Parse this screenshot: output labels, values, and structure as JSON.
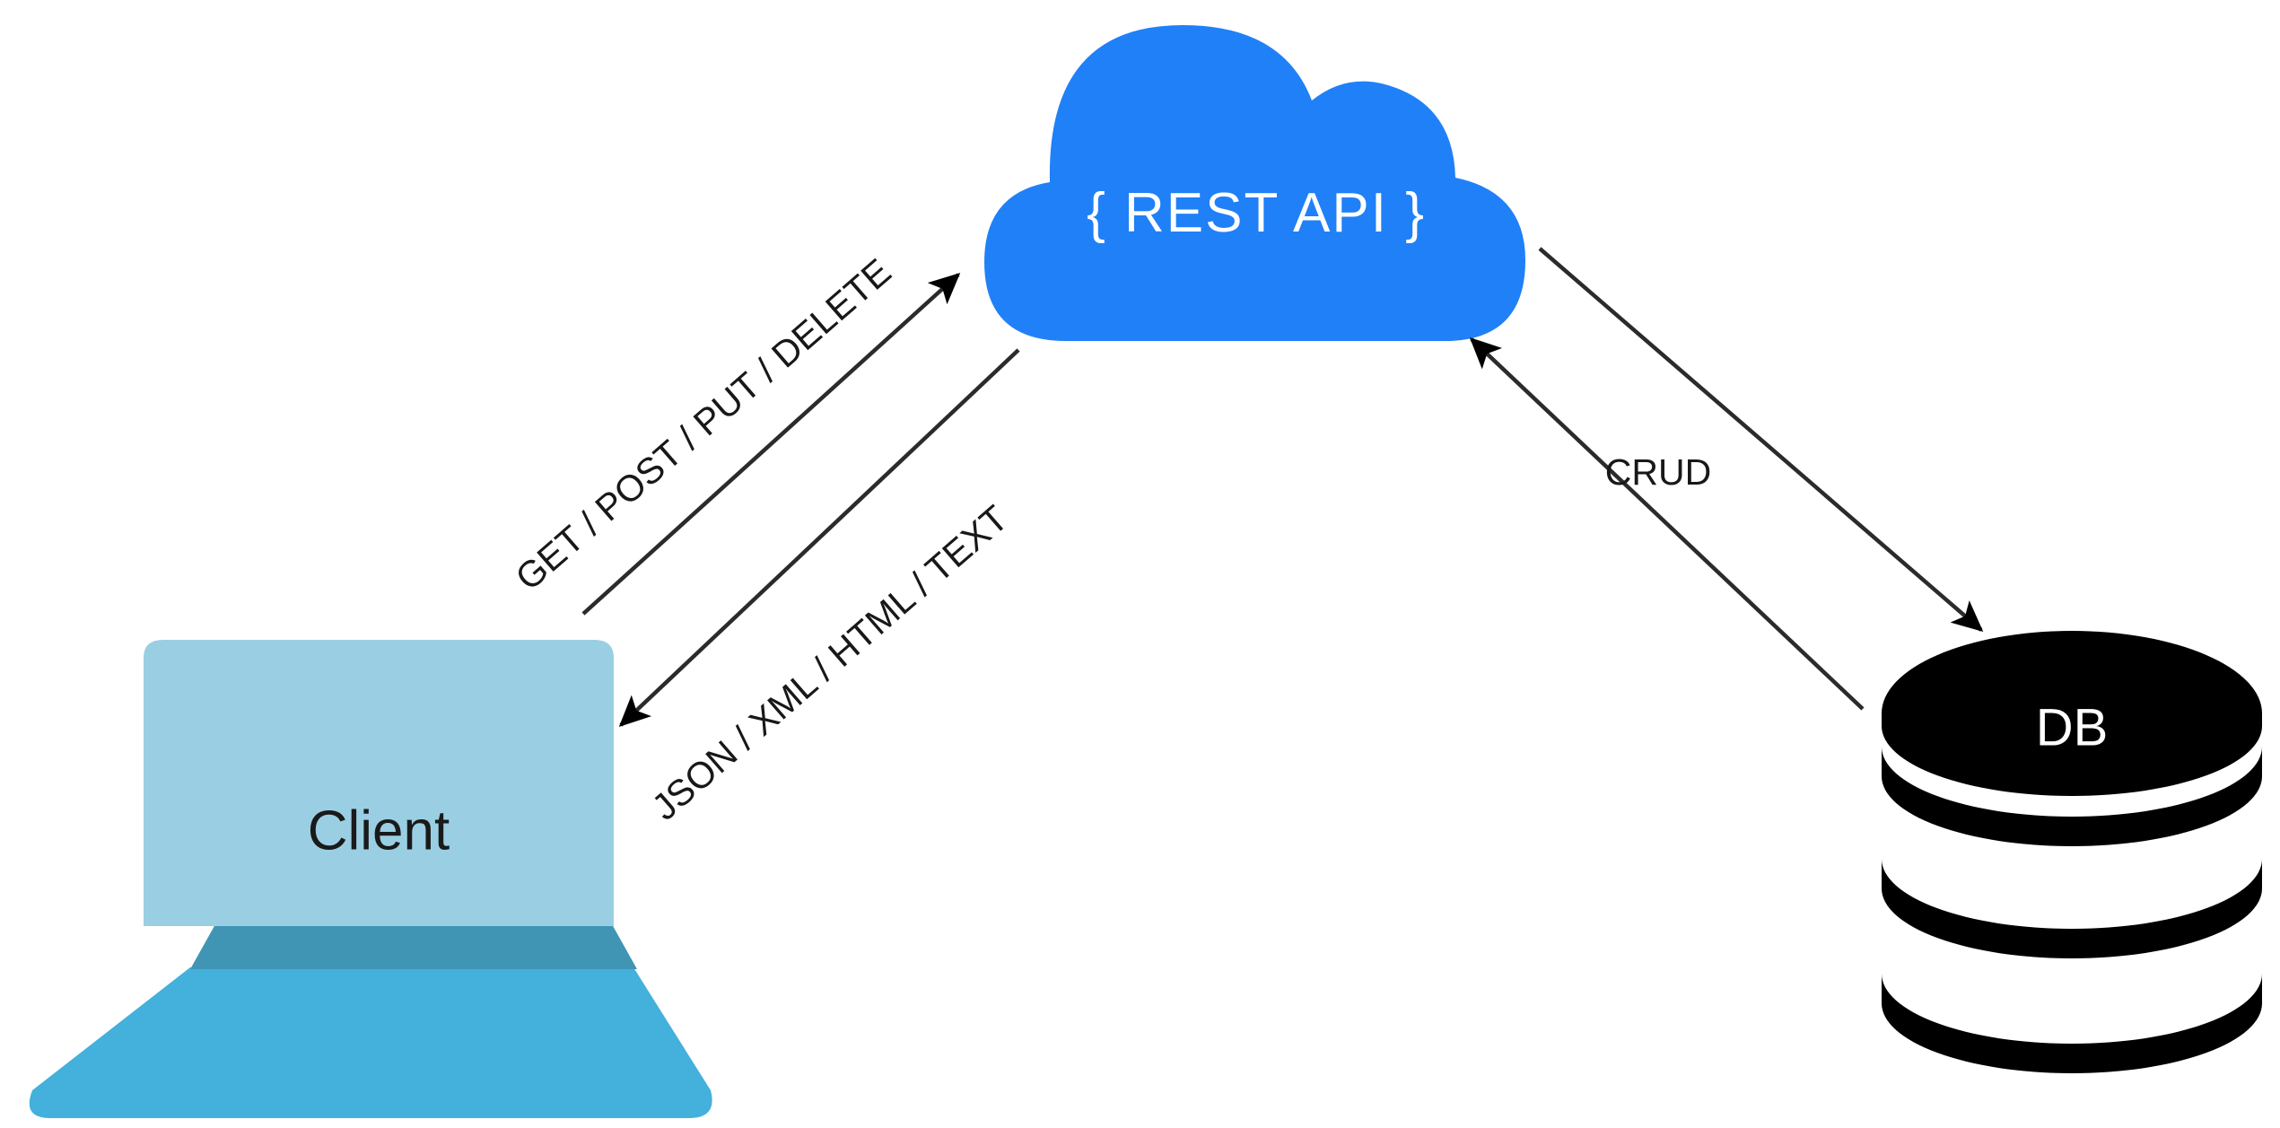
{
  "diagram": {
    "title": "REST API architecture diagram",
    "background_color": "#ffffff",
    "nodes": {
      "cloud": {
        "name": "REST API cloud",
        "label": "{ REST API }",
        "icon": "cloud-icon",
        "fill": "#2080f7",
        "text_color": "#ffffff"
      },
      "client": {
        "name": "Client laptop",
        "label": "Client",
        "icon": "laptop-icon",
        "screen_color": "#9ACFE3",
        "hinge_color": "#4095B5",
        "base_color": "#44B0DC",
        "text_color": "#1a1a1a"
      },
      "database": {
        "name": "Database cylinder",
        "label": "DB",
        "icon": "database-cylinder-icon",
        "fill": "#000000",
        "text_color": "#ffffff",
        "disk_count": 4
      }
    },
    "edges": [
      {
        "id": "client-to-api",
        "label": "GET / POST / PUT / DELETE",
        "from": "client",
        "to": "cloud",
        "direction": "client-to-cloud",
        "label_rotation_deg": -38,
        "stroke": "#2b2b2b"
      },
      {
        "id": "api-to-client",
        "label": "JSON / XML / HTML / TEXT",
        "from": "cloud",
        "to": "client",
        "direction": "cloud-to-client",
        "label_rotation_deg": -38,
        "stroke": "#2b2b2b"
      },
      {
        "id": "api-to-db",
        "label": "CRUD",
        "from": "cloud",
        "to": "database",
        "direction": "bidirectional",
        "label_rotation_deg": 0,
        "stroke": "#2b2b2b"
      }
    ]
  }
}
